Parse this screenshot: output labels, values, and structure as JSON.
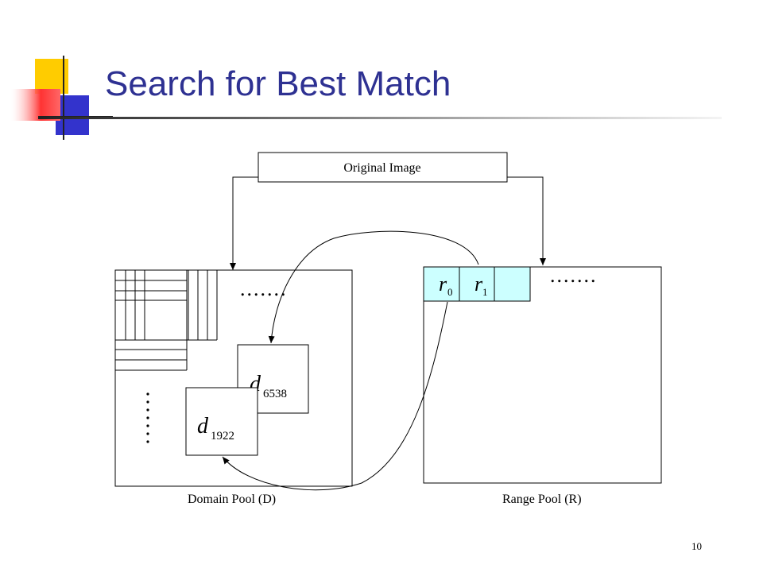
{
  "slide": {
    "title": "Search for Best Match",
    "page_number": "10"
  },
  "diagram": {
    "original_image_label": "Original Image",
    "domain_pool_label": "Domain Pool (D)",
    "range_pool_label": "Range Pool (R)",
    "ellipsis_domain": ".......",
    "ellipsis_range": ".......",
    "domain_block_a": {
      "base": "d",
      "sub": "6538"
    },
    "domain_block_b": {
      "base": "d",
      "sub": "1922"
    },
    "range_block_0": {
      "base": "r",
      "sub": "0"
    },
    "range_block_1": {
      "base": "r",
      "sub": "1"
    }
  },
  "colors": {
    "title": "#2e3192",
    "range_block_fill": "#ccffff",
    "logo_yellow": "#ffcc00",
    "logo_blue": "#3333cc",
    "logo_red": "#ff3333"
  }
}
